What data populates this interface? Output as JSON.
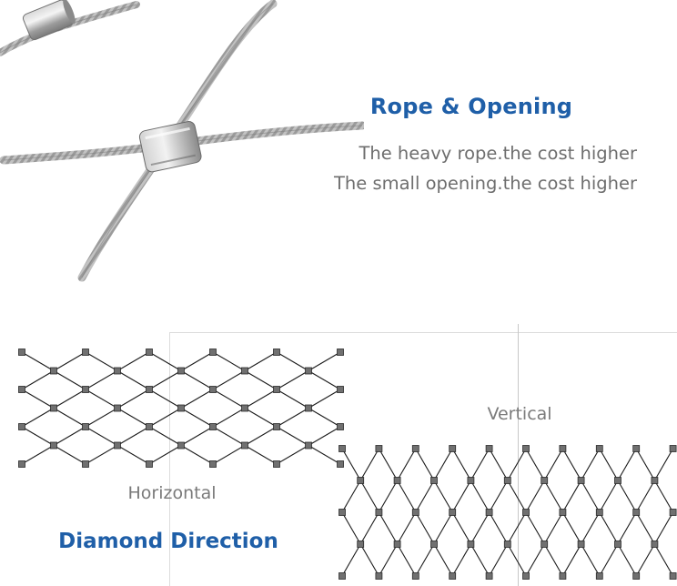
{
  "rope_section": {
    "heading": "Rope & Opening",
    "lines": [
      "The heavy rope.the cost higher",
      "The small opening.the cost higher"
    ]
  },
  "direction_section": {
    "horizontal_label": "Horizontal",
    "vertical_label": "Vertical",
    "heading": "Diamond Direction"
  },
  "colors": {
    "heading_blue": "#1f5fa8",
    "body_gray": "#6e6e6e",
    "mesh_line": "#1a1a1a",
    "ferrule_fill": "#707070"
  }
}
